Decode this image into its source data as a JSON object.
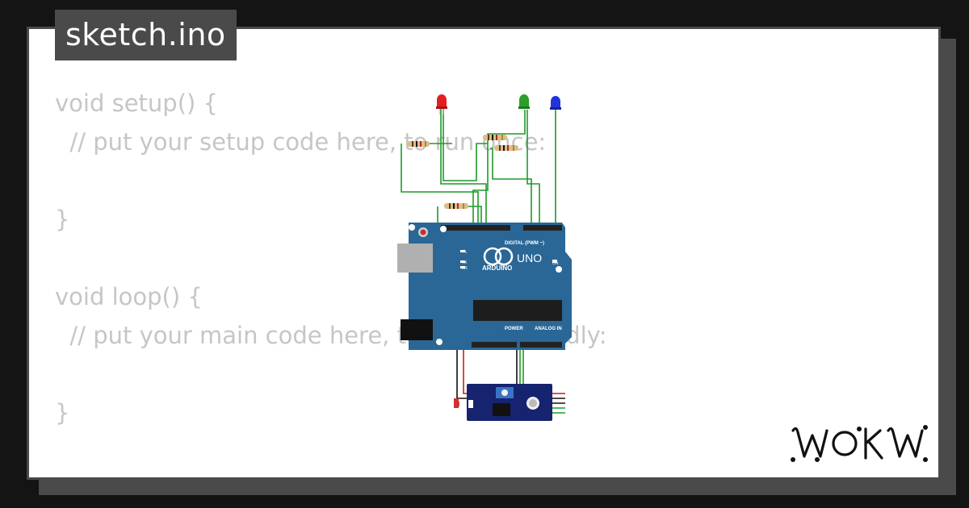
{
  "window": {
    "title": "sketch.ino"
  },
  "code": {
    "lines": [
      "void setup() {",
      "  // put your setup code here, to run once:",
      "",
      "}",
      "",
      "void loop() {",
      "  // put your main code here, to run repeatedly:",
      "",
      "}"
    ]
  },
  "board": {
    "brand_label": "ARDUINO",
    "model_label": "UNO",
    "digital_header_label": "DIGITAL (PWM ~)",
    "power_header_label": "POWER",
    "analog_header_label": "ANALOG IN",
    "on_label": "ON",
    "led_labels": [
      "L",
      "TX",
      "RX"
    ]
  },
  "components": {
    "leds": [
      {
        "name": "red-led",
        "color": "#e02020"
      },
      {
        "name": "green-led",
        "color": "#2aa02a"
      },
      {
        "name": "blue-led",
        "color": "#2233dd"
      }
    ]
  },
  "brand": {
    "logo_text": "WOKWi"
  },
  "colors": {
    "background": "#141414",
    "card": "#ffffff",
    "card_border": "#4a4a4a",
    "code_text": "#c6c6c6",
    "board_blue": "#2a6796",
    "wire_green": "#1f9a2a",
    "wire_red": "#d01818"
  }
}
